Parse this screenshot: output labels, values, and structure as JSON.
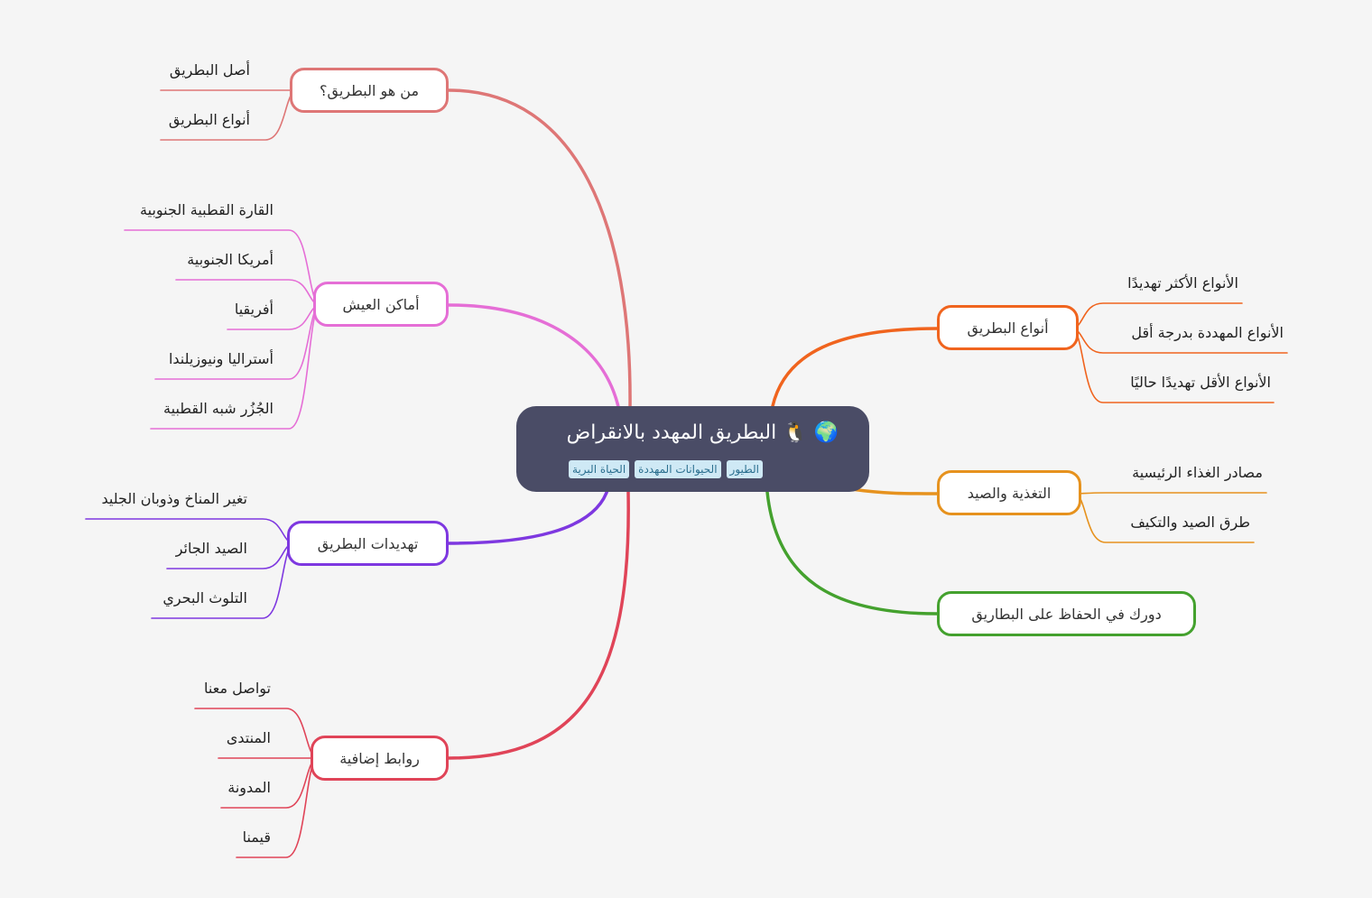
{
  "root": {
    "title": "🌍 🐧 البطريق المهدد بالانقراض",
    "tags": [
      "الطيور",
      "الحيوانات المهددة",
      "الحياة البرية"
    ]
  },
  "branches": {
    "what": {
      "label": "من هو البطريق؟",
      "color": "#de7676",
      "children": [
        "أصل البطريق",
        "أنواع البطريق"
      ]
    },
    "habitat": {
      "label": "أماكن العيش",
      "color": "#e56ed6",
      "children": [
        "القارة القطبية الجنوبية",
        "أمريكا الجنوبية",
        "أفريقيا",
        "أستراليا ونيوزيلندا",
        "الجُزُر شبه القطبية"
      ]
    },
    "threats": {
      "label": "تهديدات البطريق",
      "color": "#7e38e0",
      "children": [
        "تغير المناخ وذوبان الجليد",
        "الصيد الجائر",
        "التلوث البحري"
      ]
    },
    "links": {
      "label": "روابط إضافية",
      "color": "#e04458",
      "children": [
        "تواصل معنا",
        "المنتدى",
        "المدونة",
        "قيمنا"
      ]
    },
    "types": {
      "label": "أنواع البطريق",
      "color": "#f0641e",
      "children": [
        "الأنواع الأكثر تهديدًا",
        "الأنواع المهددة بدرجة أقل",
        "الأنواع الأقل تهديدًا حاليًا"
      ]
    },
    "food": {
      "label": "التغذية والصيد",
      "color": "#e6921e",
      "children": [
        "مصادر الغذاء الرئيسية",
        "طرق الصيد والتكيف"
      ]
    },
    "role": {
      "label": "دورك في الحفاظ على البطاريق",
      "color": "#44a12e",
      "children": []
    }
  }
}
